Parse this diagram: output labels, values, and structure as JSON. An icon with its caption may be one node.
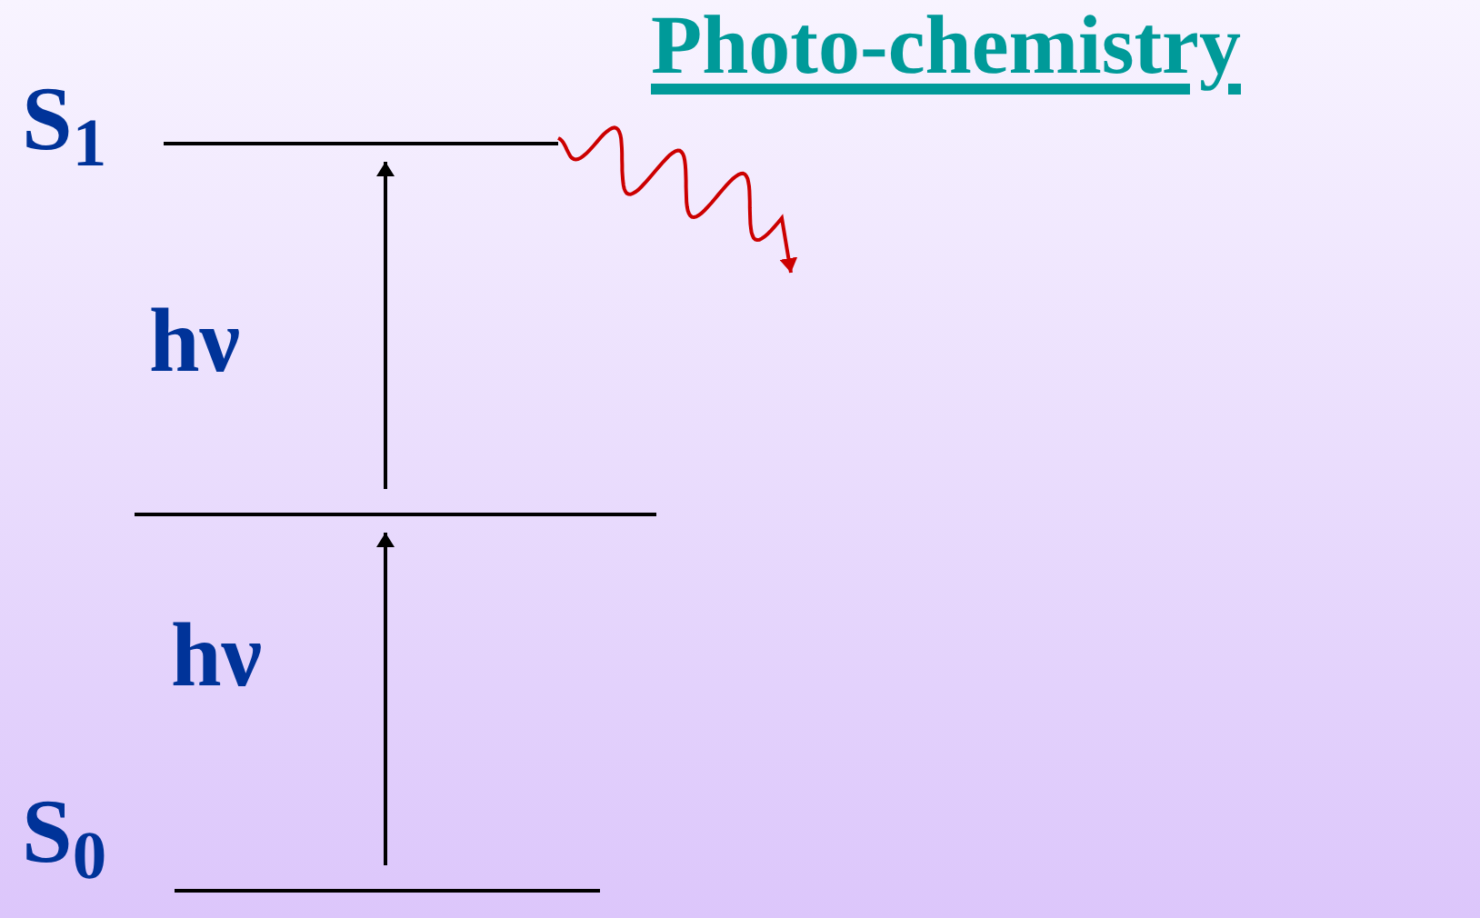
{
  "diagram": {
    "title": "Photo-chemistry",
    "nodes": [
      {
        "text": [],
        "shape": "bar",
        "beside": [
          "S$_{1}$"
        ]
      },
      {
        "text": [],
        "shape": "bar"
      },
      {
        "text": [],
        "shape": "bar",
        "beside": [
          "S$_{0}$"
        ]
      }
    ],
    "edges": [
      {
        "from": 2,
        "to": 1,
        "arrow": "to",
        "label": "hν"
      },
      {
        "from": 1,
        "to": 0,
        "arrow": "to",
        "label": "hν"
      },
      {
        "from": 0,
        "to": null,
        "arrow": "to",
        "color": "#cc0000"
      }
    ]
  }
}
